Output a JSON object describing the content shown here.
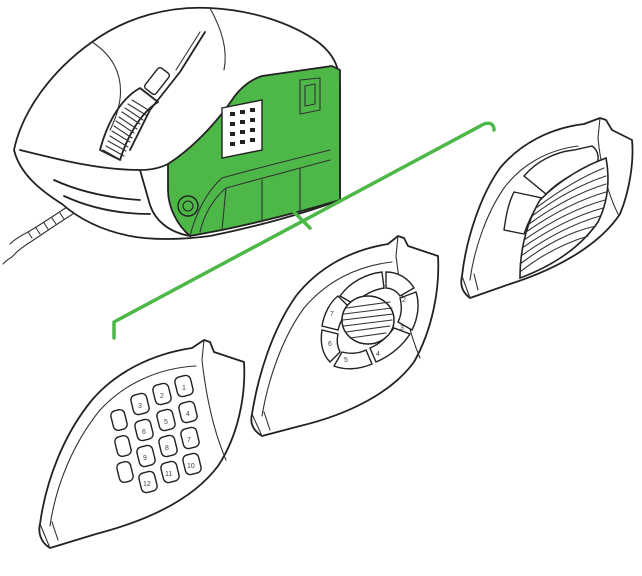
{
  "accent_color": "#4db848",
  "line_color": "#222222",
  "panel_digits_12": [
    "1",
    "2",
    "3",
    "4",
    "5",
    "6",
    "7",
    "8",
    "9",
    "10",
    "11",
    "12"
  ],
  "panel_digits_7": [
    "1",
    "2",
    "3",
    "4",
    "5",
    "6",
    "7"
  ],
  "icons": [
    "mouse-body-icon",
    "swap-arrow-icon",
    "side-panel-12-button-icon",
    "side-panel-7-button-icon",
    "side-panel-2-button-icon"
  ]
}
